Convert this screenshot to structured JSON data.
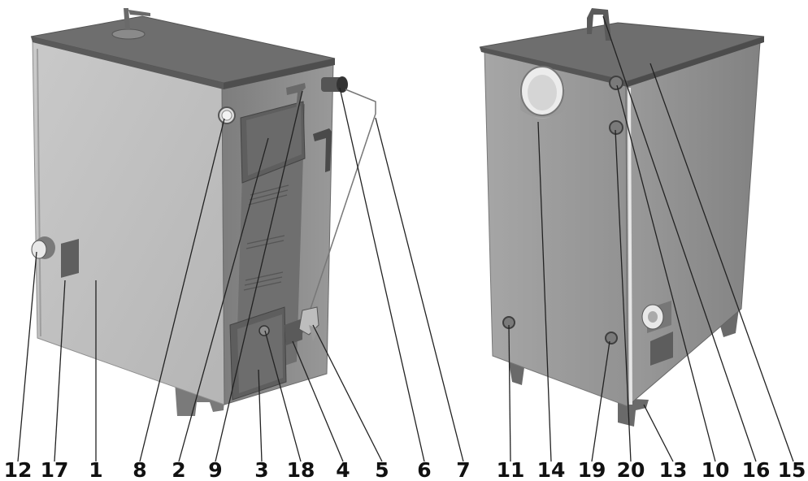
{
  "figure": {
    "views": [
      {
        "name": "front-side-view"
      },
      {
        "name": "rear-side-view"
      }
    ],
    "callouts": [
      {
        "label": "12"
      },
      {
        "label": "17"
      },
      {
        "label": "1"
      },
      {
        "label": "8"
      },
      {
        "label": "2"
      },
      {
        "label": "9"
      },
      {
        "label": "3"
      },
      {
        "label": "18"
      },
      {
        "label": "4"
      },
      {
        "label": "5"
      },
      {
        "label": "6"
      },
      {
        "label": "7"
      },
      {
        "label": "11"
      },
      {
        "label": "14"
      },
      {
        "label": "19"
      },
      {
        "label": "20"
      },
      {
        "label": "13"
      },
      {
        "label": "10"
      },
      {
        "label": "16"
      },
      {
        "label": "15"
      }
    ]
  },
  "colors": {
    "lid": "#6e6e6e",
    "side_panel": "#c2c2c2",
    "front_panel": "#8a8a8a",
    "dark_metal": "#5a5a5a",
    "rear_panel": "#9c9c9c",
    "rear_side": "#8c8c8c",
    "fitting": "#7a7a7a",
    "leader": "#222222"
  }
}
